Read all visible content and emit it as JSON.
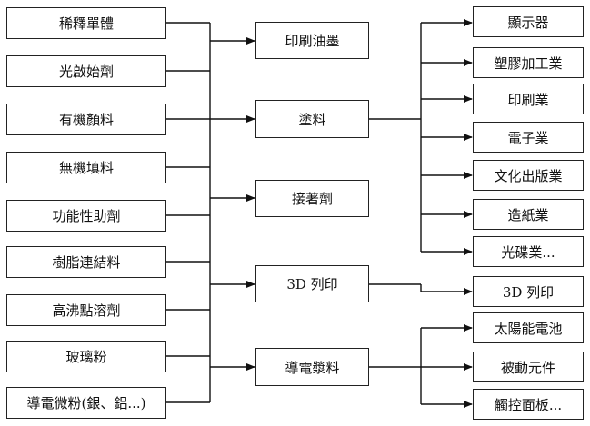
{
  "materials": [
    "稀釋單體",
    "光啟始劑",
    "有機顏料",
    "無機填料",
    "功能性助劑",
    "樹脂連結料",
    "高沸點溶劑",
    "玻璃粉",
    "導電微粉(銀、鋁...)"
  ],
  "products": [
    "印刷油墨",
    "塗料",
    "接著劑",
    "3D 列印",
    "導電漿料"
  ],
  "industries": [
    "顯示器",
    "塑膠加工業",
    "印刷業",
    "電子業",
    "文化出版業",
    "造紙業",
    "光碟業...",
    "3D 列印",
    "太陽能電池",
    "被動元件",
    "觸控面板..."
  ]
}
